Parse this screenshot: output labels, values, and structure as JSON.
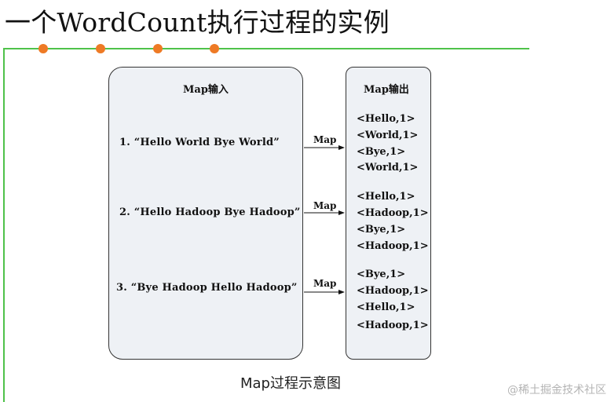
{
  "title": "一个WordCount执行过程的实例",
  "diagram": {
    "input_header": "Map输入",
    "output_header": "Map输出",
    "map_label": "Map",
    "inputs": [
      "1. “Hello World Bye World”",
      "2. “Hello Hadoop Bye Hadoop”",
      "3. “Bye Hadoop Hello Hadoop”"
    ],
    "outputs": [
      [
        "<Hello,1>",
        "<World,1>",
        "<Bye,1>",
        "<World,1>"
      ],
      [
        "<Hello,1>",
        "<Hadoop,1>",
        "<Bye,1>",
        "<Hadoop,1>"
      ],
      [
        "<Bye,1>",
        "<Hadoop,1>",
        "<Hello,1>",
        "<Hadoop,1>"
      ]
    ]
  },
  "caption": "Map过程示意图",
  "watermark": "@稀土掘金技术社区",
  "colors": {
    "accent_line": "#4fc24a",
    "dots": "#ee7a25",
    "box_fill": "#eef1f5"
  }
}
